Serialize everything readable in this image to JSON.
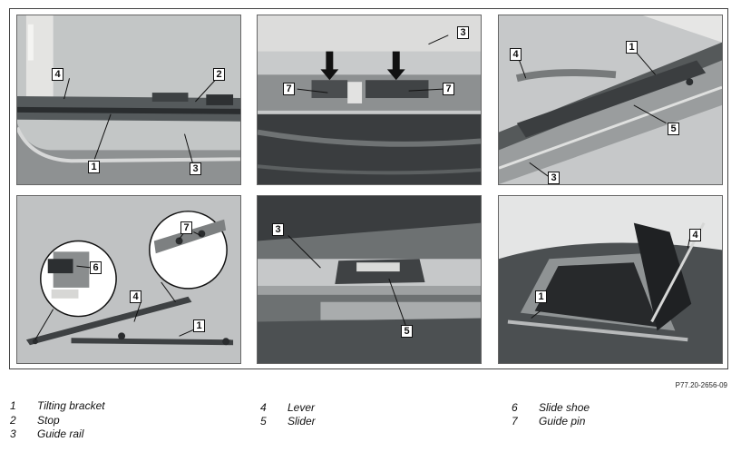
{
  "figure_id": "P77.20-2656-09",
  "panels": [
    {
      "name": "panel-top-left",
      "callouts": [
        "4",
        "2",
        "1",
        "3"
      ]
    },
    {
      "name": "panel-top-middle",
      "callouts": [
        "3",
        "7",
        "7"
      ]
    },
    {
      "name": "panel-top-right",
      "callouts": [
        "4",
        "1",
        "5",
        "3"
      ]
    },
    {
      "name": "panel-bottom-left",
      "callouts": [
        "6",
        "7",
        "4",
        "1"
      ]
    },
    {
      "name": "panel-bottom-middle",
      "callouts": [
        "3",
        "5"
      ]
    },
    {
      "name": "panel-bottom-right",
      "callouts": [
        "4",
        "1"
      ]
    }
  ],
  "legend": [
    {
      "num": "1",
      "text": "Tilting bracket"
    },
    {
      "num": "2",
      "text": "Stop"
    },
    {
      "num": "3",
      "text": "Guide rail"
    },
    {
      "num": "4",
      "text": "Lever"
    },
    {
      "num": "5",
      "text": "Slider"
    },
    {
      "num": "6",
      "text": "Slide shoe"
    },
    {
      "num": "7",
      "text": "Guide pin"
    }
  ],
  "colors": {
    "photo_bg": "#b9bcbd",
    "photo_dark": "#3a3d3f",
    "frame": "#444444"
  }
}
